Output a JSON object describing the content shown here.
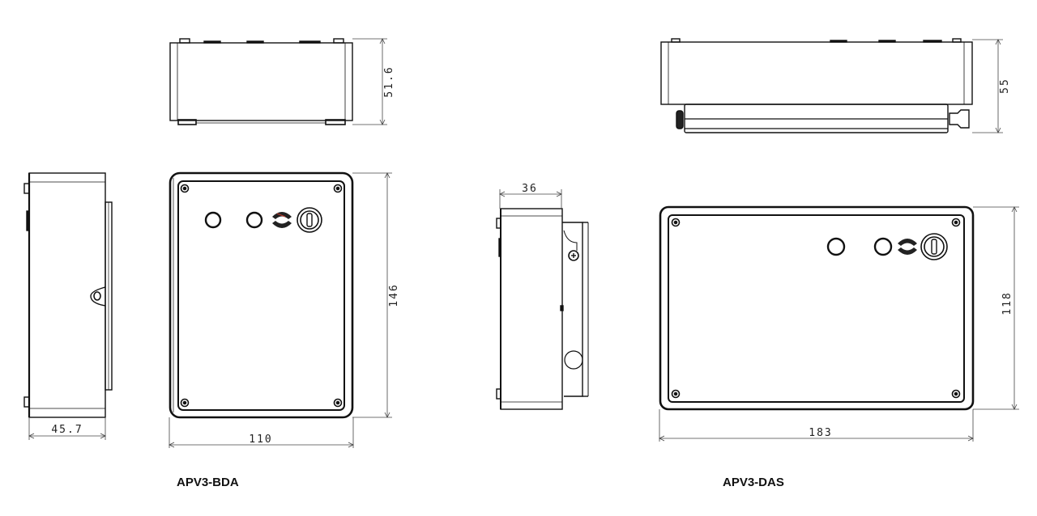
{
  "models": [
    {
      "name": "APV3-BDA",
      "dimensions": {
        "width": "110",
        "height": "146",
        "depth_side": "45.7",
        "top_height": "51.6"
      }
    },
    {
      "name": "APV3-DAS",
      "dimensions": {
        "width": "183",
        "height": "118",
        "depth_side": "36",
        "top_height": "55"
      }
    }
  ],
  "front_panel_icons": [
    "button-icon",
    "button-icon",
    "wireless-icon",
    "key-switch-icon"
  ],
  "colors": {
    "line": "#111111",
    "dim_line": "#444444",
    "accent": "#c0392b"
  }
}
